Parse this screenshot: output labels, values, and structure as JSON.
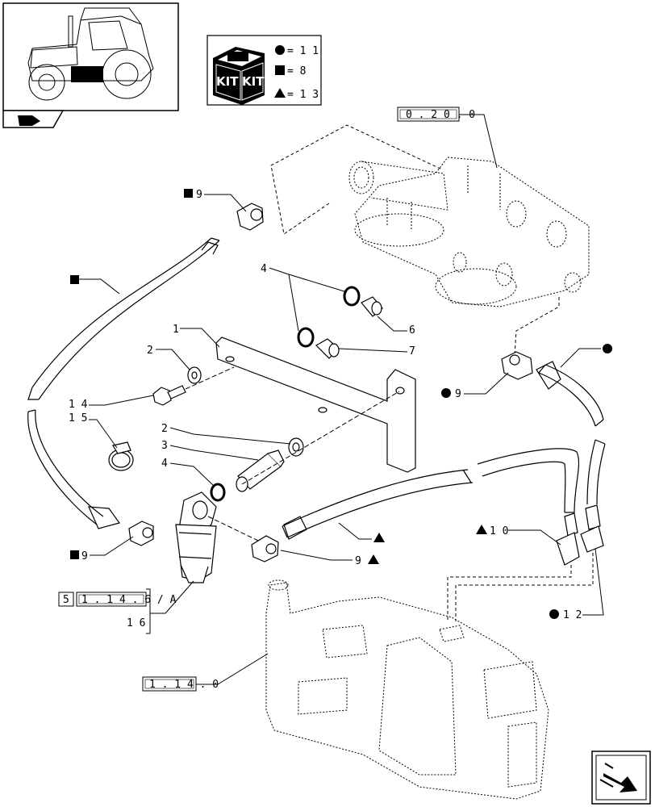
{
  "kit_legend": {
    "kit_word_left": "KIT",
    "kit_word_right": "KIT",
    "circle_count": "= 1 1",
    "square_count": "= 8",
    "triangle_count": "= 1 3"
  },
  "refs": {
    "ref_0_20_0": "0 . 2 0 . 0",
    "ref_1_14_0": "1 . 1 4 . 0",
    "ref_5": "5",
    "ref_1_14_6a": "1 . 1 4 . 6 / A",
    "ref_16": "1 6"
  },
  "callouts": {
    "n1": "1",
    "n2a": "2",
    "n2b": "2",
    "n3": "3",
    "n4a": "4",
    "n4b": "4",
    "n6": "6",
    "n7": "7",
    "n9_sq_top": "9",
    "n9_circle": "9",
    "n9_sq_bottom": "9",
    "n9_tri": "9",
    "n10": "1 0",
    "n12": "1 2",
    "n14": "1 4",
    "n15": "1 5"
  },
  "colors": {
    "ink": "#000000",
    "paper": "#ffffff"
  },
  "icons": {
    "tractor": "tractor-thumbnail-icon",
    "kit_box": "kit-box-icon",
    "nav_bottom": "next-page-arrow-icon",
    "nav_top": "prev-page-arrow-icon"
  }
}
